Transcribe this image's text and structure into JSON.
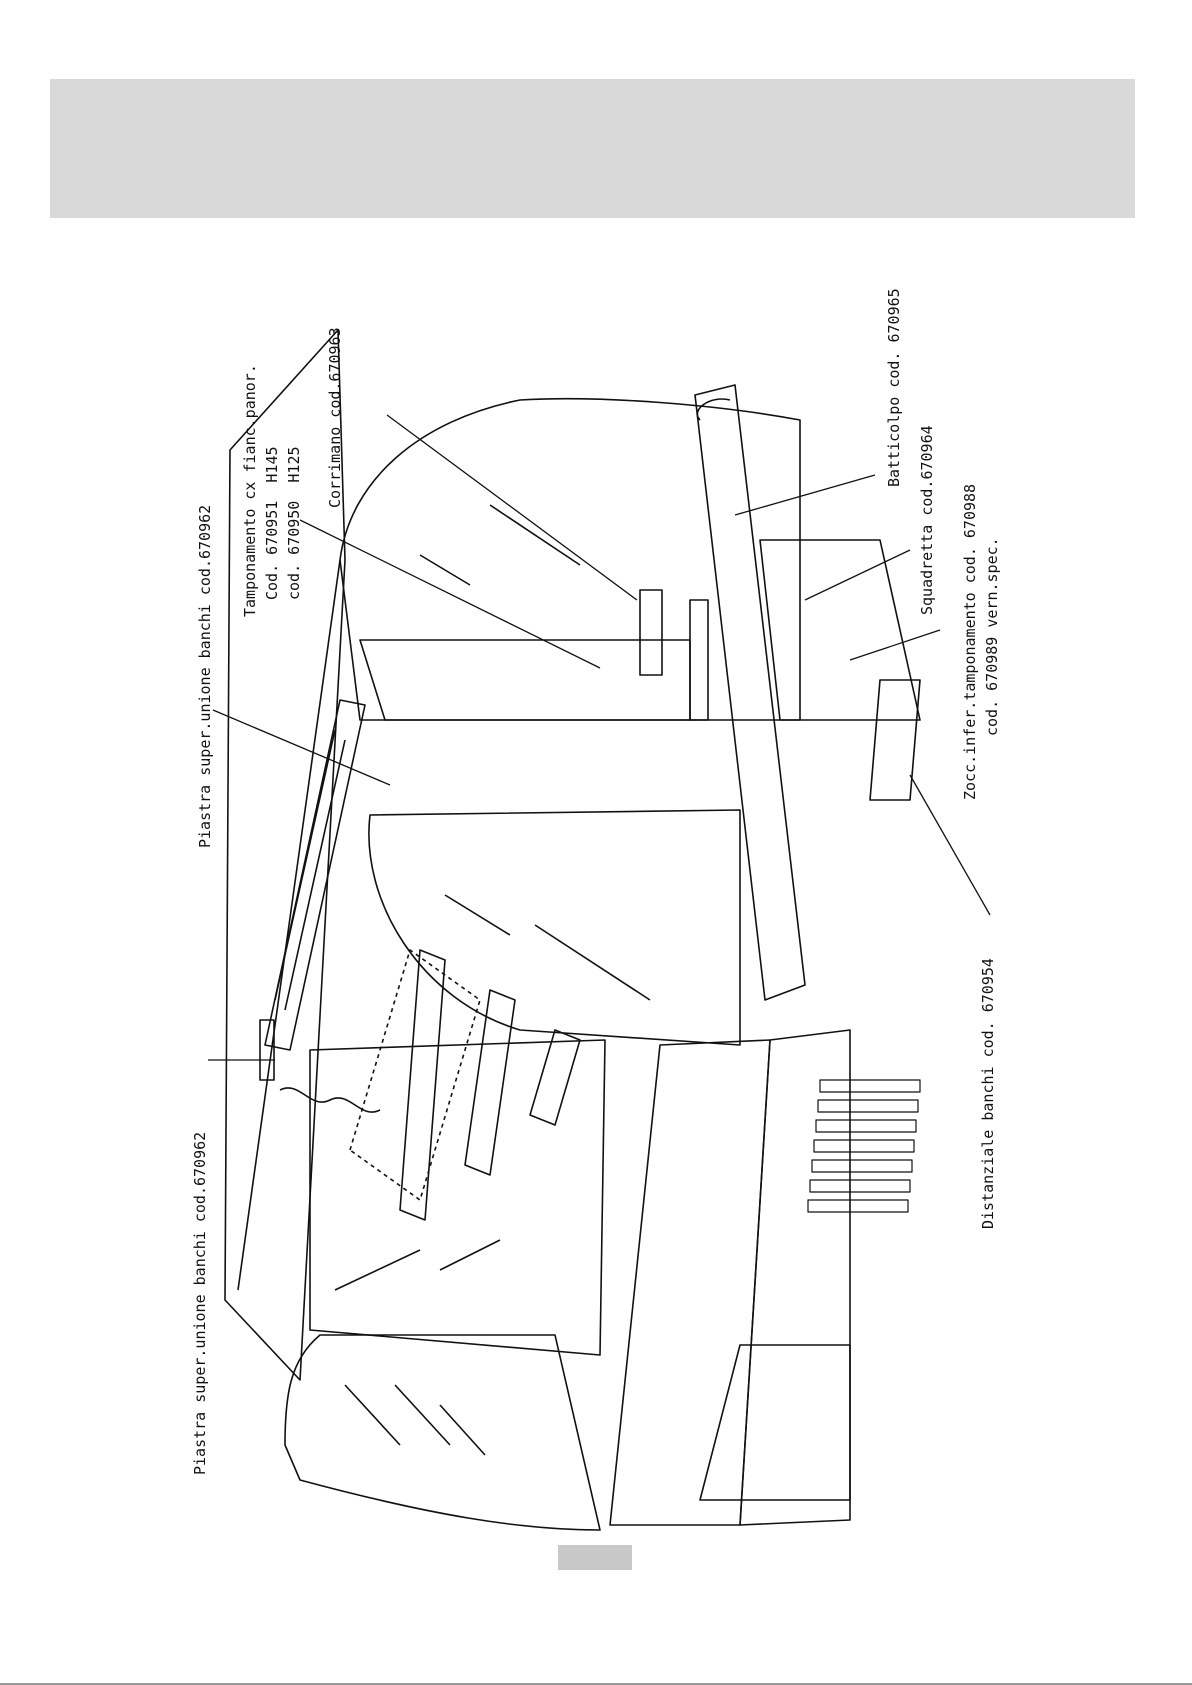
{
  "labels": {
    "piastra_lower": "Piastra super.unione banchi cod.670962",
    "piastra_upper": "Piastra super.unione banchi cod.670962",
    "tamponamento_title": "Tamponamento cx fianc.panor.",
    "tamponamento_code1": "Cod. 670951  H145",
    "tamponamento_code2": "cod. 670950  H125",
    "corrimano": "Corrimano cod.670963",
    "batticolpo": "Batticolpo cod. 670965",
    "squadretta": "Squadretta cod.670964",
    "zocc_line1": "Zocc.infer.tamponamento cod. 670988",
    "zocc_line2": "cod. 670989 vern.spec.",
    "distanziale": "Distanziale banchi cod. 670954"
  },
  "colors": {
    "header_band": "#d9d9d9",
    "page_tab": "#c8c8c8",
    "line": "#111111"
  }
}
